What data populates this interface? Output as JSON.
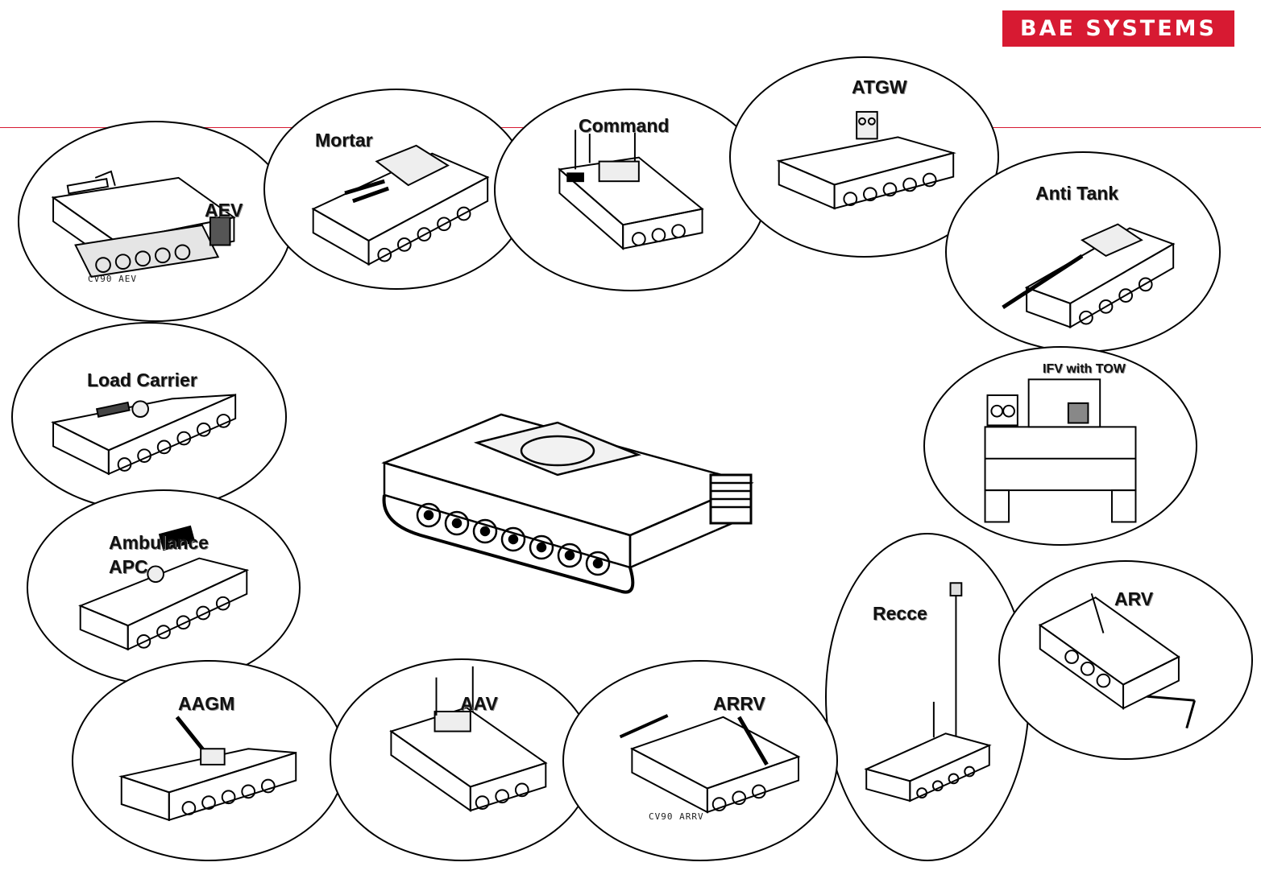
{
  "logo": {
    "text": "BAE SYSTEMS",
    "color": "#d71a32"
  },
  "variants": {
    "aev": {
      "label": "AEV",
      "caption": "CV90 AEV"
    },
    "mortar": {
      "label": "Mortar"
    },
    "command": {
      "label": "Command"
    },
    "atgw": {
      "label": "ATGW"
    },
    "anti_tank": {
      "label": "Anti Tank"
    },
    "load_carrier": {
      "label": "Load Carrier"
    },
    "ifv_tow": {
      "label": "IFV with TOW"
    },
    "ambulance_apc": {
      "label_line1": "Ambulance",
      "label_line2": "APC"
    },
    "recce": {
      "label": "Recce"
    },
    "arv": {
      "label": "ARV"
    },
    "aagm": {
      "label": "AAGM"
    },
    "aav": {
      "label": "AAV"
    },
    "arrv": {
      "label": "ARRV",
      "caption": "CV90 ARRV"
    }
  },
  "center": {
    "icon": "tracked-chassis-icon"
  }
}
